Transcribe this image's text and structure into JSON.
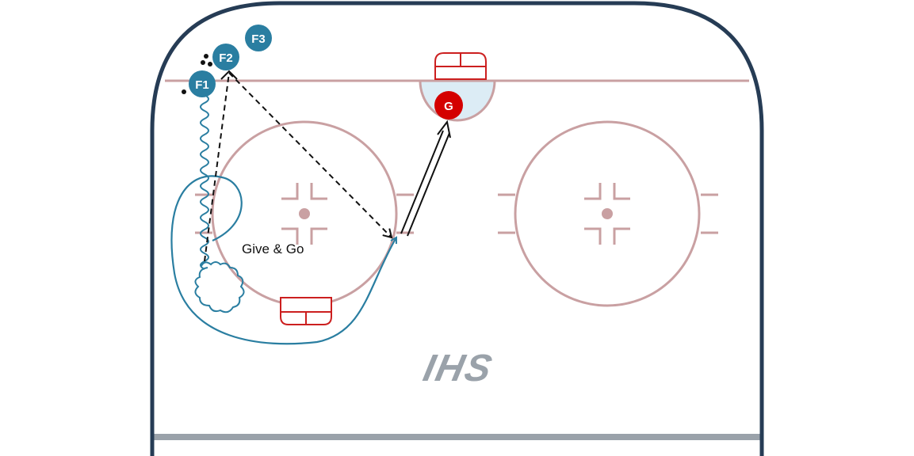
{
  "drill": {
    "label": "Give & Go",
    "logo": "IHS"
  },
  "players": [
    {
      "id": "f1",
      "label": "F1",
      "color": "#2a7ea1"
    },
    {
      "id": "f2",
      "label": "F2",
      "color": "#2a7ea1"
    },
    {
      "id": "f3",
      "label": "F3",
      "color": "#2a7ea1"
    },
    {
      "id": "goalie",
      "label": "G",
      "color": "#d40000"
    }
  ],
  "colors": {
    "boards": "#263c55",
    "rink_markings": "#c9a0a2",
    "crease_fill": "#dcecf5",
    "net": "#cc1f1f",
    "skate_path": "#2a7ea1",
    "pass": "#111111",
    "shot": "#111111",
    "goal_line": "#9aa2aa",
    "logo": "#9aa2aa"
  },
  "icons": [
    "puck-icon",
    "net-icon",
    "faceoff-dot-icon"
  ]
}
